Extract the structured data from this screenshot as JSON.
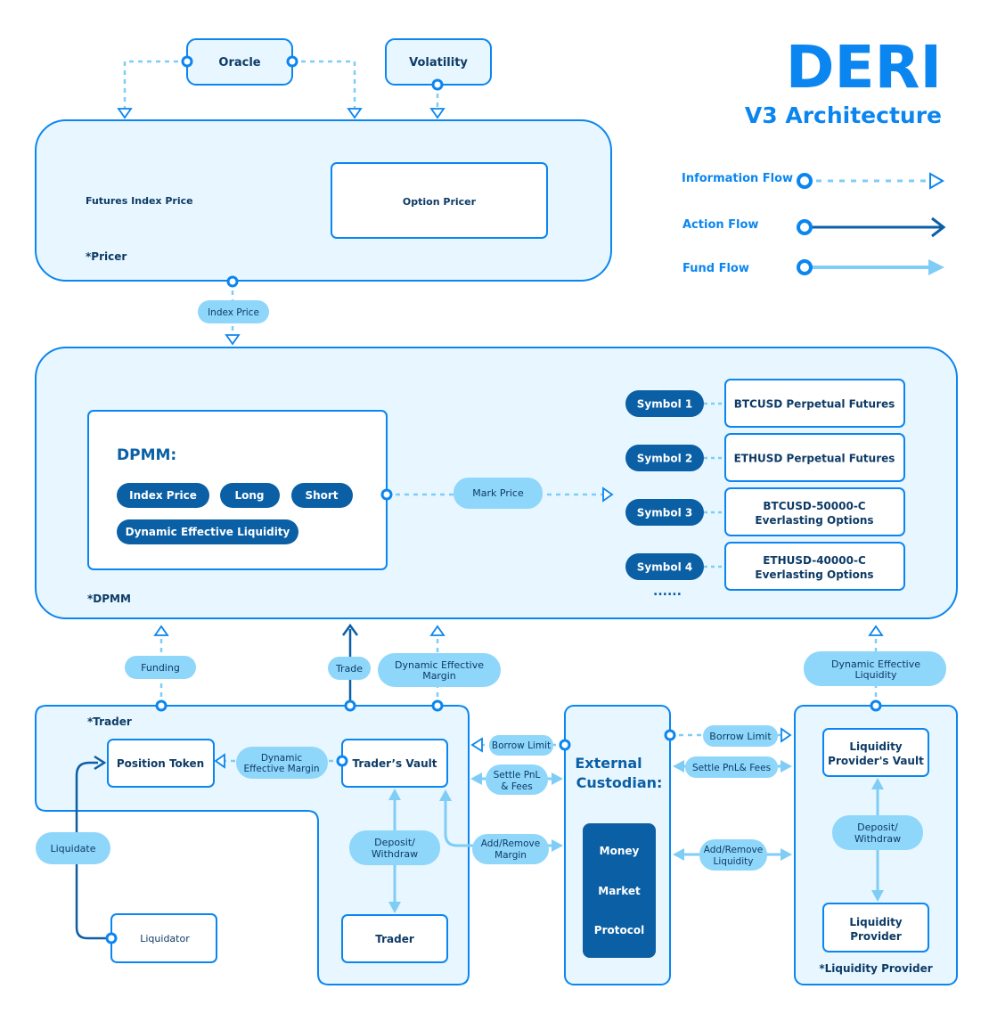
{
  "brand": {
    "name": "DERI",
    "subtitle": "V3 Architecture"
  },
  "legend": {
    "information_flow": "Information Flow",
    "action_flow": "Action Flow",
    "fund_flow": "Fund Flow"
  },
  "nodes": {
    "oracle": "Oracle",
    "volatility": "Volatility",
    "futures_index_price": "Futures Index Price",
    "option_pricer": "Option Pricer",
    "pricer_label": "*Pricer",
    "dpmm_title": "DPMM:",
    "dpmm_label": "*DPMM",
    "trader_label": "*Trader",
    "position_token": "Position Token",
    "traders_vault": "Trader’s Vault",
    "trader": "Trader",
    "liquidator": "Liquidator",
    "external_custodian": [
      "External",
      "Custodian:"
    ],
    "money_market": [
      "Money",
      "Market",
      "Protocol"
    ],
    "lp_vault": [
      "Liquidity",
      "Provider's Vault"
    ],
    "liquidity_provider": [
      "Liquidity",
      "Provider"
    ],
    "lp_label": "*Liquidity Provider"
  },
  "dpmm_pills": {
    "index_price": "Index Price",
    "long": "Long",
    "short": "Short",
    "dynamic_effective_liquidity": "Dynamic Effective Liquidity"
  },
  "symbols": [
    {
      "tag": "Symbol 1",
      "name": [
        "BTCUSD Perpetual Futures"
      ]
    },
    {
      "tag": "Symbol 2",
      "name": [
        "ETHUSD Perpetual Futures"
      ]
    },
    {
      "tag": "Symbol 3",
      "name": [
        "BTCUSD-50000-C",
        "Everlasting Options"
      ]
    },
    {
      "tag": "Symbol 4",
      "name": [
        "ETHUSD-40000-C",
        "Everlasting Options"
      ]
    }
  ],
  "more": "......",
  "flow_labels": {
    "index_price": "Index Price",
    "mark_price": "Mark Price",
    "funding": "Funding",
    "trade": "Trade",
    "dynamic_effective_margin": [
      "Dynamic Effective",
      "Margin"
    ],
    "dynamic_effective_liquidity": [
      "Dynamic Effective",
      "Liquidity"
    ],
    "dynamic_effective_margin_inner": [
      "Dynamic",
      "Effective Margin"
    ],
    "borrow_limit_left": "Borrow Limit",
    "settle_pnl_fees_left": [
      "Settle PnL",
      "& Fees"
    ],
    "add_remove_margin": [
      "Add/Remove",
      "Margin"
    ],
    "deposit_withdraw_trader": [
      "Deposit/",
      "Withdraw"
    ],
    "liquidate": "Liquidate",
    "borrow_limit_right": "Borrow Limit",
    "settle_pnl_fees_right": "Settle PnL& Fees",
    "add_remove_liquidity": [
      "Add/Remove",
      "Liquidity"
    ],
    "deposit_withdraw_lp": [
      "Deposit/",
      "Withdraw"
    ]
  },
  "colors": {
    "primary": "#0b86f0",
    "dark": "#0a5fa5",
    "light_fill": "#e8f6ff",
    "pill_light": "#8fd6fb",
    "line_light": "#7fcdf6",
    "text_dark": "#0d3b66"
  }
}
